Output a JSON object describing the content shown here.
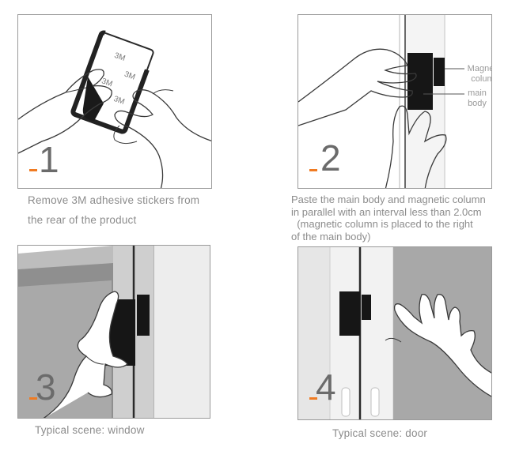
{
  "accent_color": "#f07b22",
  "steps": [
    {
      "number": "1",
      "caption_lines": [
        "Remove 3M adhesive stickers from",
        "the rear of the product"
      ],
      "sticker_text": "3M"
    },
    {
      "number": "2",
      "caption_lines": [
        "Paste the main body and magnetic column",
        "in parallel with an interval less than 2.0cm",
        "  (magnetic column is placed to the right",
        "of the main body)"
      ],
      "labels": {
        "magnetic_column": [
          "Magnetic",
          "column"
        ],
        "main_body": [
          "main",
          "body"
        ]
      }
    },
    {
      "number": "3",
      "caption_lines": [
        "Typical scene: window"
      ]
    },
    {
      "number": "4",
      "caption_lines": [
        "Typical scene: door"
      ]
    }
  ]
}
